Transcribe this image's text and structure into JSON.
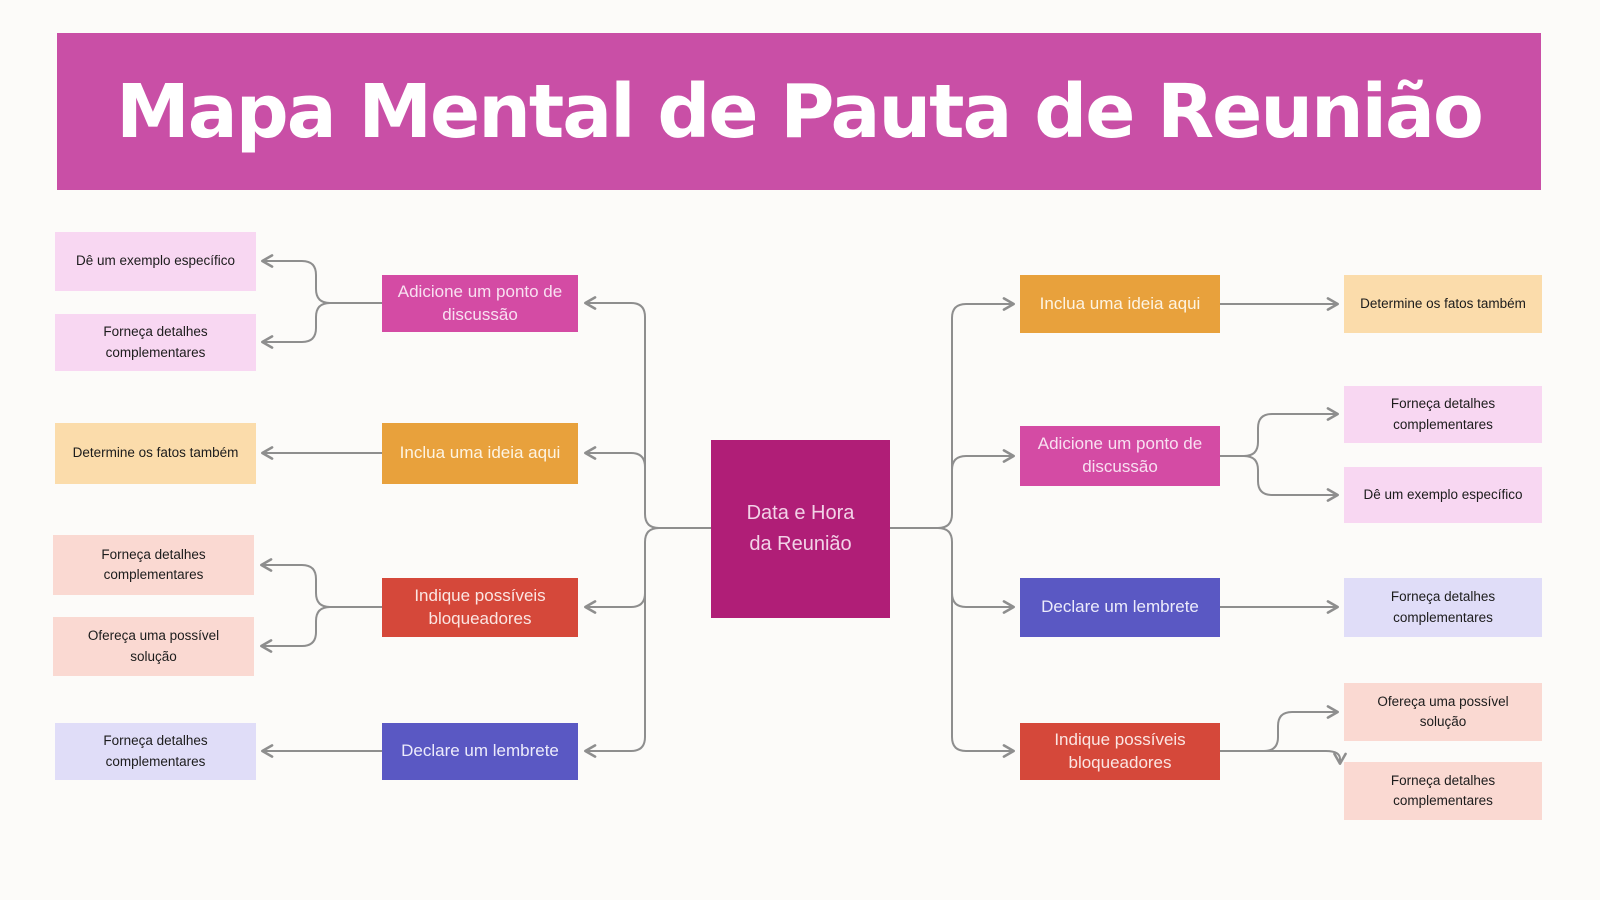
{
  "title": {
    "text": "Mapa Mental de Pauta de Reunião"
  },
  "center": {
    "line1": "Data e Hora",
    "line2": "da Reunião"
  },
  "left_branches": [
    {
      "label": "Adicione um ponto de discussão",
      "children": [
        "Dê um exemplo específico",
        "Forneça detalhes complementares"
      ]
    },
    {
      "label": "Inclua uma ideia aqui",
      "children": [
        "Determine os fatos também"
      ]
    },
    {
      "label": "Indique possíveis bloqueadores",
      "children": [
        "Forneça detalhes complementares",
        "Ofereça uma possível solução"
      ]
    },
    {
      "label": "Declare um lembrete",
      "children": [
        "Forneça detalhes complementares"
      ]
    }
  ],
  "right_branches": [
    {
      "label": "Inclua uma ideia aqui",
      "children": [
        "Determine os fatos também"
      ]
    },
    {
      "label": "Adicione um ponto de discussão",
      "children": [
        "Forneça detalhes complementares",
        "Dê um exemplo específico"
      ]
    },
    {
      "label": "Declare um lembrete",
      "children": [
        "Forneça detalhes complementares"
      ]
    },
    {
      "label": "Indique possíveis bloqueadores",
      "children": [
        "Ofereça uma possível solução",
        "Forneça detalhes complementares"
      ]
    }
  ],
  "palette": {
    "background": "#fcfbf9",
    "banner": "#c94fa6",
    "center_node": "#b01e77",
    "branch_pink": "#d44ba4",
    "branch_orange": "#e8a13c",
    "branch_red": "#d5483a",
    "branch_purple": "#5a58c3",
    "child_light_pink": "#f8d7f2",
    "child_light_orange": "#fbdcab",
    "child_light_salmon": "#fad9d2",
    "child_light_lavender": "#e0ddf8",
    "connector": "#8e8e8e"
  }
}
